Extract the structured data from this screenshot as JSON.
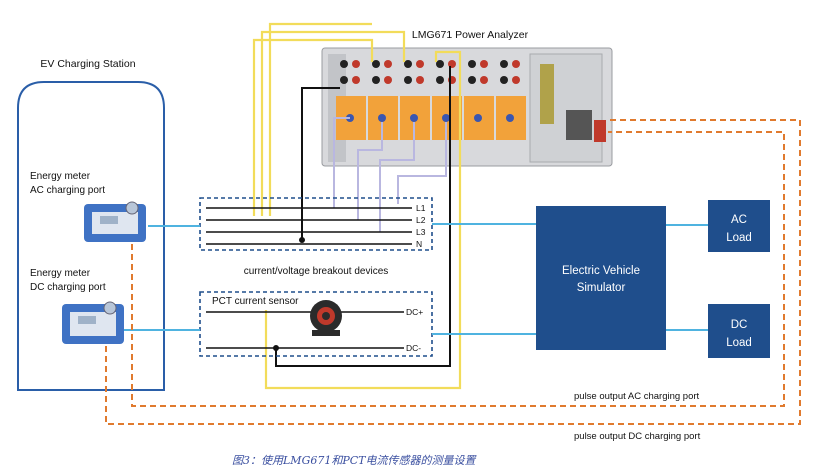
{
  "analyzer": {
    "title": "LMG671 Power Analyzer"
  },
  "station": {
    "title": "EV Charging Station",
    "ac_meter_line1": "Energy meter",
    "ac_meter_line2": "AC charging port",
    "dc_meter_line1": "Energy meter",
    "dc_meter_line2": "DC charging port"
  },
  "breakout": {
    "caption": "current/voltage breakout devices",
    "lines": [
      "L1",
      "L2",
      "L3",
      "N"
    ]
  },
  "pct": {
    "label": "PCT current sensor",
    "dc_plus": "DC+",
    "dc_minus": "DC-"
  },
  "simulator": {
    "line1": "Electric Vehicle",
    "line2": "Simulator"
  },
  "ac_load": {
    "line1": "AC",
    "line2": "Load"
  },
  "dc_load": {
    "line1": "DC",
    "line2": "Load"
  },
  "pulse": {
    "ac": "pulse output AC charging port",
    "dc": "pulse output DC charging port"
  },
  "figure_caption": "图3：使用LMG671和PCT电流传感器的测量设置",
  "colors": {
    "signal_blue": "#4fb3e0",
    "box_blue": "#1f4e8c",
    "dashed_orange": "#e07a2e",
    "yellow_wire": "#f2dc5a",
    "lavender_wire": "#b9b7e0",
    "station_outline": "#2a5ea8"
  }
}
